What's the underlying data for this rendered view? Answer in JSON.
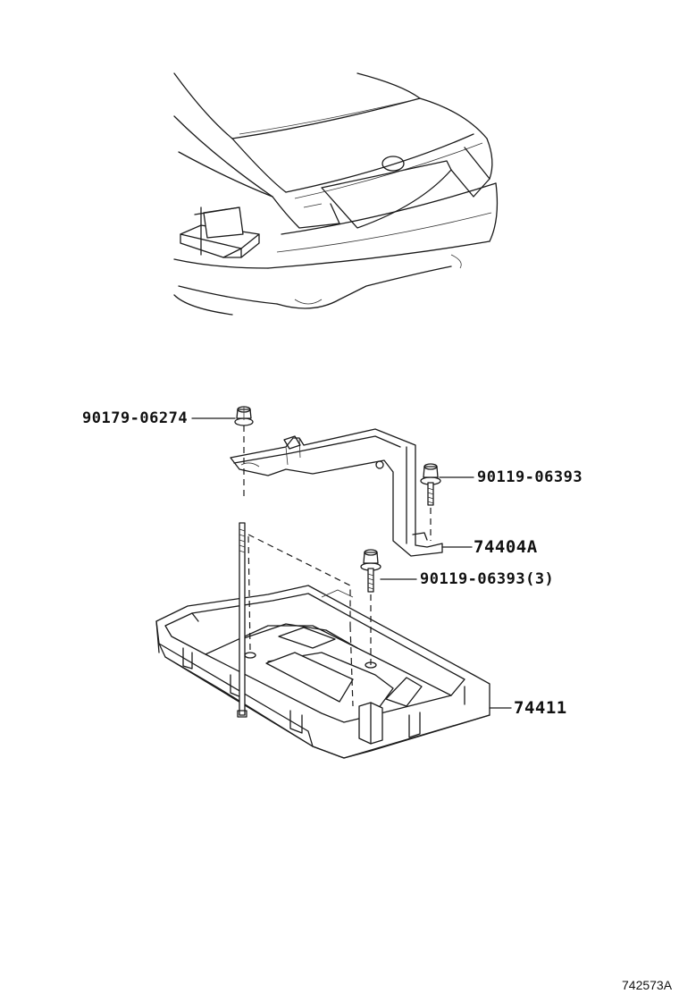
{
  "diagram": {
    "figure_id": "742573A",
    "parts": [
      {
        "part_number": "90179-06274"
      },
      {
        "part_number": "90119-06393"
      },
      {
        "part_number": "74404A"
      },
      {
        "part_number": "90119-06393(3)"
      },
      {
        "part_number": "74411"
      }
    ]
  },
  "colors": {
    "ink": "#1a1a1a",
    "background": "#ffffff"
  }
}
